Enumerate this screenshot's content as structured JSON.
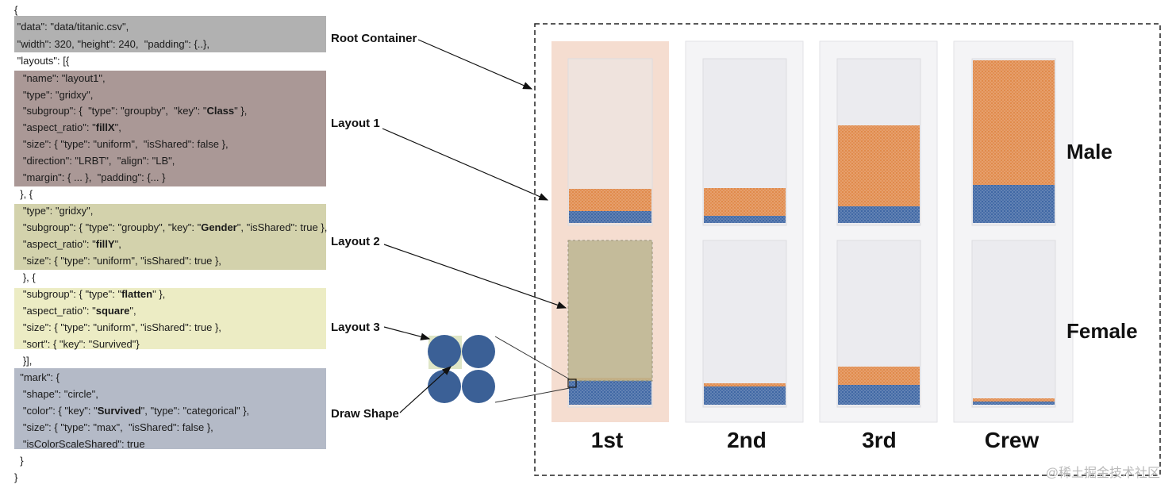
{
  "spec": {
    "lines": [
      {
        "segs": [
          {
            "t": "{"
          }
        ]
      },
      {
        "segs": [
          {
            "t": " \"data\": \"data/titanic.csv\","
          }
        ]
      },
      {
        "segs": [
          {
            "t": " \"width\": 320, \"height\": 240,  \"padding\": {..},"
          }
        ]
      },
      {
        "segs": [
          {
            "t": " \"layouts\": [{"
          }
        ]
      },
      {
        "segs": [
          {
            "t": "   \"name\": \"layout1\","
          }
        ]
      },
      {
        "segs": [
          {
            "t": "   \"type\": \"gridxy\","
          }
        ]
      },
      {
        "segs": [
          {
            "t": "   \"subgroup\": {  \"type\": \"groupby\",  \"key\": \""
          },
          {
            "t": "Class",
            "b": true
          },
          {
            "t": "\" },"
          }
        ]
      },
      {
        "segs": [
          {
            "t": "   \"aspect_ratio\": \""
          },
          {
            "t": "fillX",
            "b": true
          },
          {
            "t": "\","
          }
        ]
      },
      {
        "segs": [
          {
            "t": "   \"size\": { \"type\": \"uniform\",  \"isShared\": false },"
          }
        ]
      },
      {
        "segs": [
          {
            "t": "   \"direction\": \"LRBT\",  \"align\": \"LB\","
          }
        ]
      },
      {
        "segs": [
          {
            "t": "   \"margin\": { ... },  \"padding\": {... }"
          }
        ]
      },
      {
        "segs": [
          {
            "t": "  }, {"
          }
        ]
      },
      {
        "segs": [
          {
            "t": "   \"type\": \"gridxy\","
          }
        ]
      },
      {
        "segs": [
          {
            "t": "   \"subgroup\": { \"type\": \"groupby\", \"key\": \""
          },
          {
            "t": "Gender",
            "b": true
          },
          {
            "t": "\", \"isShared\": true },"
          }
        ]
      },
      {
        "segs": [
          {
            "t": "   \"aspect_ratio\": \""
          },
          {
            "t": "fillY",
            "b": true
          },
          {
            "t": "\","
          }
        ]
      },
      {
        "segs": [
          {
            "t": "   \"size\": { \"type\": \"uniform\", \"isShared\": true },"
          }
        ]
      },
      {
        "segs": [
          {
            "t": "   }, {"
          }
        ]
      },
      {
        "segs": [
          {
            "t": "   \"subgroup\": { \"type\": \""
          },
          {
            "t": "flatten",
            "b": true
          },
          {
            "t": "\" },"
          }
        ]
      },
      {
        "segs": [
          {
            "t": "   \"aspect_ratio\": \""
          },
          {
            "t": "square",
            "b": true
          },
          {
            "t": "\","
          }
        ]
      },
      {
        "segs": [
          {
            "t": "   \"size\": { \"type\": \"uniform\", \"isShared\": true },"
          }
        ]
      },
      {
        "segs": [
          {
            "t": "   \"sort\": { \"key\": \"Survived\"}"
          }
        ]
      },
      {
        "segs": [
          {
            "t": "   }],"
          }
        ]
      },
      {
        "segs": [
          {
            "t": "  \"mark\": {"
          }
        ]
      },
      {
        "segs": [
          {
            "t": "   \"shape\": \"circle\","
          }
        ]
      },
      {
        "segs": [
          {
            "t": "   \"color\": { \"key\": \""
          },
          {
            "t": "Survived",
            "b": true
          },
          {
            "t": "\", \"type\": \"categorical\" },"
          }
        ]
      },
      {
        "segs": [
          {
            "t": "   \"size\": { \"type\": \"max\",  \"isShared\": false },"
          }
        ]
      },
      {
        "segs": [
          {
            "t": "   \"isColorScaleShared\": true"
          }
        ]
      },
      {
        "segs": [
          {
            "t": "  }"
          }
        ]
      },
      {
        "segs": [
          {
            "t": "}"
          }
        ]
      }
    ]
  },
  "annotations": {
    "root_container": "Root Container",
    "layout1": "Layout 1",
    "layout2": "Layout 2",
    "layout3": "Layout 3",
    "draw_shape": "Draw Shape"
  },
  "chart": {
    "rows": [
      "Male",
      "Female"
    ],
    "columns": [
      "1st",
      "2nd",
      "3rd",
      "Crew"
    ]
  },
  "colors": {
    "survived": "#3f67a4",
    "not_survived": "#e08a4b",
    "layout1_fill": "#aa9896",
    "layout2_fill": "#d3d2ac",
    "layout3_fill": "#ececc4",
    "mark_fill": "#b4bac7",
    "highlight_col": "#f5ddd0"
  },
  "watermark": "@稀土掘金技术社区"
}
